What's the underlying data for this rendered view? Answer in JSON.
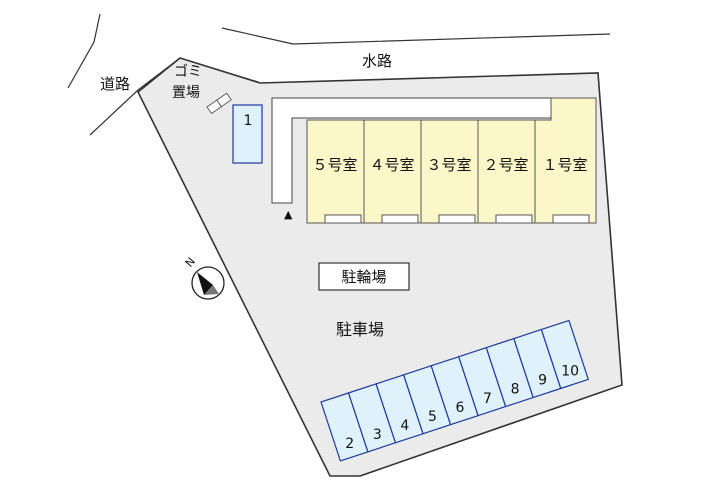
{
  "labels": {
    "water_channel": "水路",
    "road": "道路",
    "trash_line1": "ゴミ",
    "trash_line2": "置場",
    "bicycle_parking": "駐輪場",
    "car_parking": "駐車場",
    "north": "N"
  },
  "rooms": [
    "５号室",
    "４号室",
    "３号室",
    "２号室",
    "１号室"
  ],
  "parking_slots": [
    "1",
    "2",
    "3",
    "4",
    "5",
    "6",
    "7",
    "8",
    "9",
    "10"
  ],
  "colors": {
    "lot": "#ebebeb",
    "room": "#fbf7c9",
    "slot_fill": "#dff2fb",
    "slot_stroke": "#1e3a9c"
  }
}
